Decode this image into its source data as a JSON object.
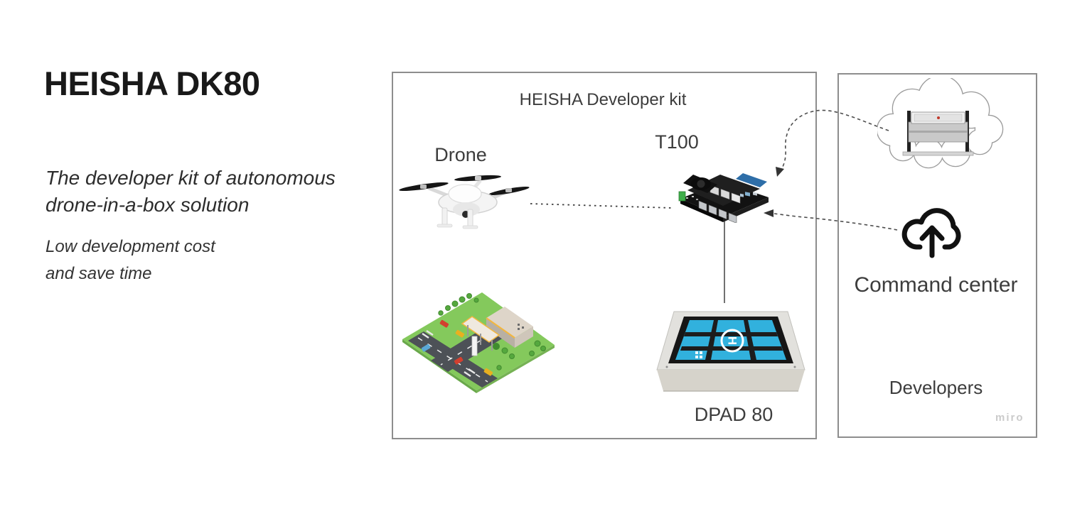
{
  "left_panel": {
    "title": "HEISHA DK80",
    "subtitle_line1": "The developer kit of autonomous",
    "subtitle_line2": "drone-in-a-box solution",
    "tagline_line1": "Low development cost",
    "tagline_line2": "and save time"
  },
  "developer_kit_box": {
    "title": "HEISHA Developer kit",
    "drone_label": "Drone",
    "t100_label": "T100",
    "dpad_label": "DPAD 80",
    "dpad_h_marking": "H"
  },
  "command_box": {
    "command_center_label": "Command center",
    "developers_label": "Developers"
  },
  "watermark": "miro",
  "icons": {
    "cloud_outline": "cloud-outline-icon",
    "dock_station": "dock-station-image",
    "cloud_upload": "cloud-upload-icon",
    "drone": "drone-image",
    "t100_board": "t100-board-image",
    "city_map": "city-map-image",
    "dpad": "dpad-image"
  },
  "connectors": {
    "drone_to_t100": "dotted-line",
    "t100_to_dpad": "solid-line",
    "cloud_to_t100": "dashed-curved-arrow",
    "upload_to_t100": "dashed-curved-arrow"
  },
  "colors": {
    "border_gray": "#8d8d8d",
    "text_dark": "#3d3d3d",
    "title_black": "#191919",
    "dpad_blue": "#31b1dd",
    "connector_gray": "#4d4d4d",
    "watermark_gray": "#cbcbcb",
    "grass_green": "#84c95c",
    "road_gray": "#4d5157"
  }
}
